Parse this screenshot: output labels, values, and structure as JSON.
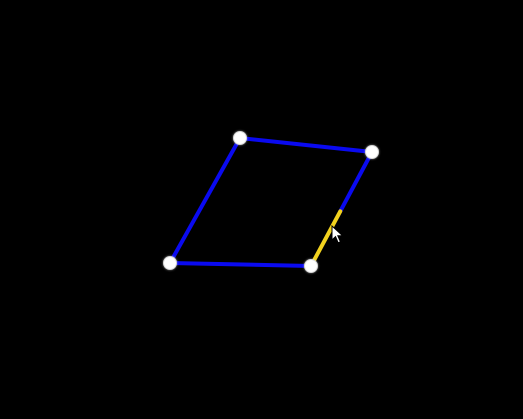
{
  "app": {
    "background": "#000000"
  },
  "shape": {
    "type": "quadrilateral",
    "edge_color": "#0A0AF0",
    "highlight_color": "#F2D21E",
    "vertex_color": "#FFFFFF",
    "vertex_count": 4,
    "highlighted_edge": "right",
    "highlighted_fraction": 0.48
  },
  "cursor": {
    "icon": "arrow-pointer-icon"
  }
}
